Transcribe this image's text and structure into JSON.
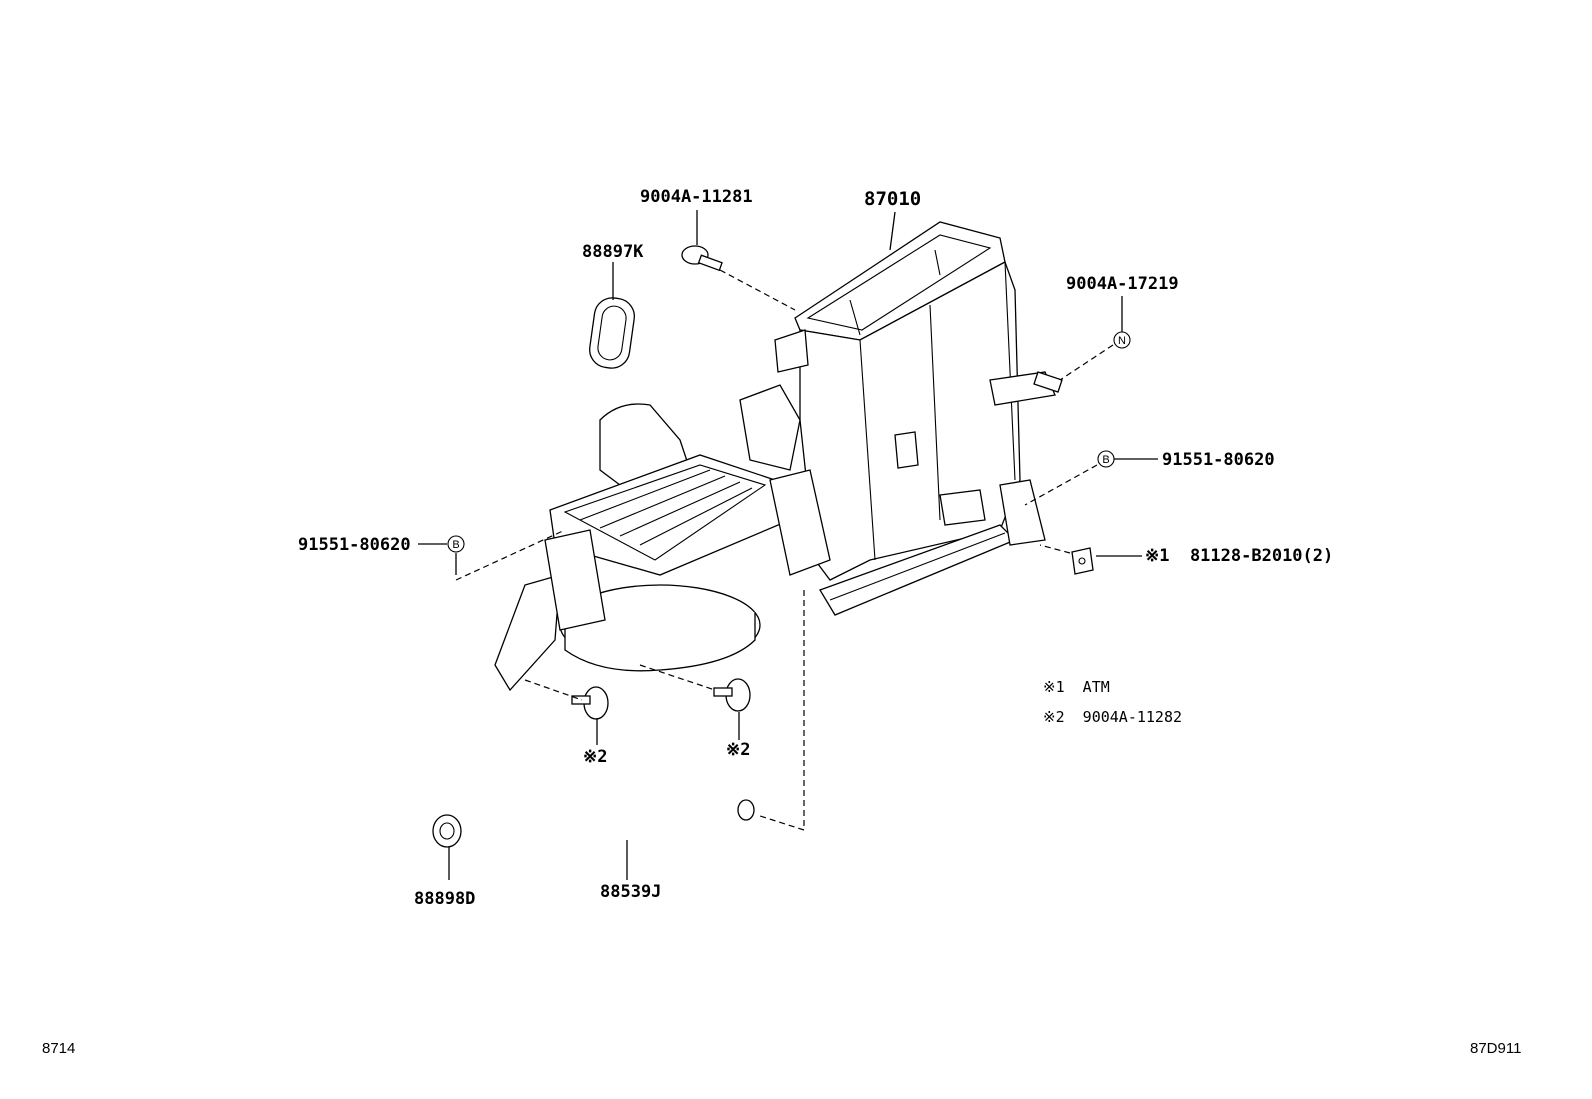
{
  "labels": {
    "p87010": "87010",
    "p9004A_11281": "9004A-11281",
    "p88897K": "88897K",
    "p9004A_17219": "9004A-17219",
    "p91551_right": "91551-80620",
    "p91551_left": "91551-80620",
    "p81128": "※1  81128-B2010(2)",
    "p2_left": "※2",
    "p2_right": "※2",
    "p88898D": "88898D",
    "p88539J": "88539J"
  },
  "markers": {
    "n": "N",
    "b_right": "B",
    "b_left": "B"
  },
  "notes": [
    {
      "text": "※1  ATM"
    },
    {
      "text": "※2  9004A-11282"
    }
  ],
  "corners": {
    "left": "8714",
    "right": "87D911"
  }
}
